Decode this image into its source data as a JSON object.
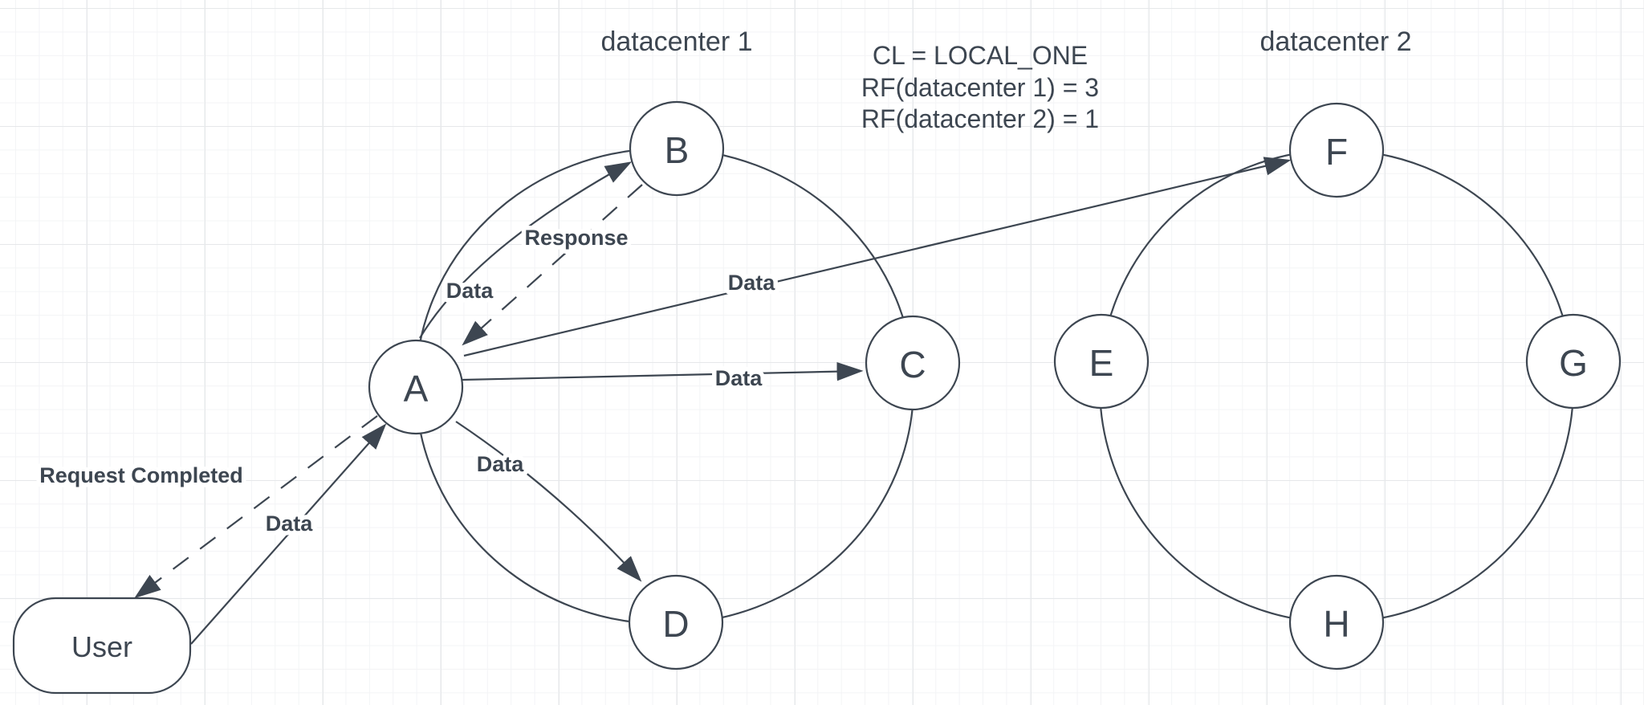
{
  "diagram": {
    "stroke_color": "#3d4651",
    "node_fill": "#ffffff",
    "datacenter1": {
      "label": "datacenter 1",
      "nodes": {
        "a": "A",
        "b": "B",
        "c": "C",
        "d": "D"
      }
    },
    "datacenter2": {
      "label": "datacenter 2",
      "nodes": {
        "e": "E",
        "f": "F",
        "g": "G",
        "h": "H"
      }
    },
    "user": {
      "label": "User"
    },
    "annotation": {
      "line1": "CL = LOCAL_ONE",
      "line2": "RF(datacenter 1) = 3",
      "line3": "RF(datacenter 2) = 1"
    },
    "edges": {
      "user_to_a": {
        "label": "Data",
        "style": "solid"
      },
      "a_to_user": {
        "label": "Request Completed",
        "style": "dashed"
      },
      "a_to_b": {
        "label": "Data",
        "style": "solid"
      },
      "b_to_a": {
        "label": "Response",
        "style": "dashed"
      },
      "a_to_c": {
        "label": "Data",
        "style": "solid"
      },
      "a_to_d": {
        "label": "Data",
        "style": "solid"
      },
      "a_to_f": {
        "label": "Data",
        "style": "solid"
      }
    }
  }
}
